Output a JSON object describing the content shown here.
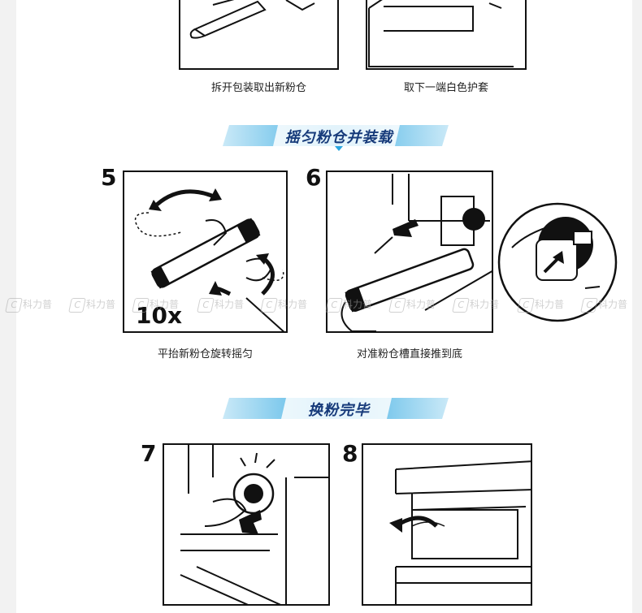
{
  "steps": {
    "top_left": {
      "caption": "拆开包装取出新粉仓"
    },
    "top_right": {
      "caption": "取下一端白色护套"
    },
    "step5": {
      "number": "5",
      "caption": "平抬新粉仓旋转摇匀",
      "count_label": "10x"
    },
    "step6": {
      "number": "6",
      "caption": "对准粉仓槽直接推到底"
    },
    "step7": {
      "number": "7"
    },
    "step8": {
      "number": "8"
    }
  },
  "banners": {
    "shake_install": "摇匀粉仓并装载",
    "done": "换粉完毕"
  },
  "watermark": {
    "text": "科力普",
    "icon": "brand-logo-icon"
  },
  "colors": {
    "banner_text": "#163a7a",
    "banner_accent": "#2aa6e0",
    "background": "#f2f2f2"
  }
}
